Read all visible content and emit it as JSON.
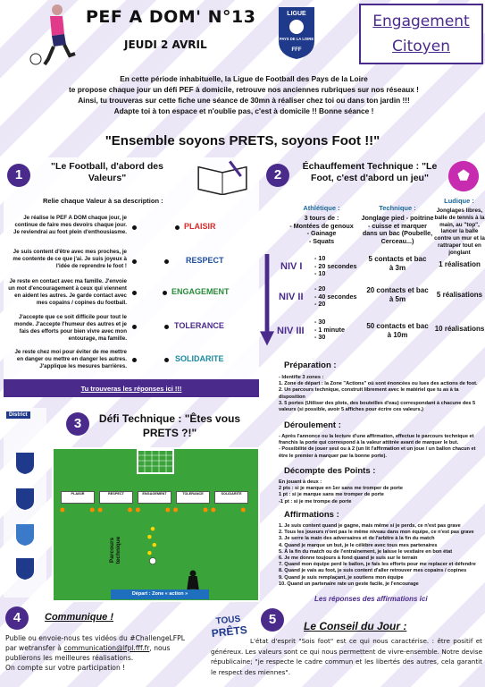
{
  "header": {
    "title": "PEF A DOM' N°13",
    "date": "JEUDI 2 AVRIL",
    "engagement": [
      "Engagement",
      "Citoyen"
    ],
    "logo": {
      "top": "LIGUE",
      "bottom": "PAYS DE LA LOIRE",
      "fff": "FFF"
    }
  },
  "intro": [
    "En cette période inhabituelle, la Ligue de Football des Pays de la Loire",
    "te propose chaque jour un défi PEF à domicile, retrouve nos anciennes rubriques sur nos réseaux !",
    "Ainsi, tu trouveras sur cette fiche une séance de 30mn à réaliser chez toi ou dans ton jardin !!!",
    "Adapte toi à ton espace et n'oublie pas, c'est à domicile !! Bonne séance !"
  ],
  "slogan": "\"Ensemble soyons PRETS, soyons Foot !!\"",
  "s1": {
    "num": "1",
    "title": "\"Le Football, d'abord des Valeurs\"",
    "instruction": "Relie chaque Valeur à sa description :",
    "descriptions": [
      "Je réalise le PEF A DOM chaque jour, je continue de faire mes devoirs chaque jour. Je reviendrai au foot plein d'enthousiasme.",
      "Je suis content d'être avec mes proches, je me contente de ce que j'ai. Je suis joyeux à l'idée de reprendre le foot !",
      "Je reste en contact avec ma famille. J'envoie un mot d'encouragement à ceux qui viennent en aident les autres. Je garde contact avec mes copains / copines du football.",
      "J'accepte que ce soit difficile pour tout le monde. J'accepte l'humeur des autres et je fais des efforts pour bien vivre avec mon entourage, ma famille.",
      "Je reste chez moi pour éviter de me mettre en danger ou mettre en danger les autres. J'applique les mesures barrières."
    ],
    "values": [
      "PLAISIR",
      "RESPECT",
      "ENGAGEMENT",
      "TOLERANCE",
      "SOLIDARITE"
    ],
    "answers_link": "Tu trouveras les réponses ici !!!"
  },
  "s2": {
    "num": "2",
    "title": "Échauffement Technique : \"Le Foot, c'est d'abord un jeu\"",
    "columns": [
      {
        "head": "Athlétique :",
        "intro": "3 tours de :\n- Montées de genoux\n- Gainage\n- Squats"
      },
      {
        "head": "Technique :",
        "intro": "Jonglage pied - poitrine - cuisse et marquer dans un bac (Poubelle, Cerceau...)"
      },
      {
        "head": "Ludique :",
        "intro": "Jonglages libres, balle de tennis à la main, au \"top\", lancer la balle contre un mur et la rattraper tout en jonglant"
      }
    ],
    "levels": [
      {
        "name": "NIV I",
        "athl": "- 10\n- 20 secondes\n- 10",
        "tech": "5 contacts et bac à 3m",
        "lud": "1 réalisation"
      },
      {
        "name": "NIV II",
        "athl": "- 20\n- 40 secondes\n- 20",
        "tech": "20 contacts et bac à 5m",
        "lud": "5 réalisations"
      },
      {
        "name": "NIV III",
        "athl": "- 30\n- 1 minute\n- 30",
        "tech": "50 contacts et bac à 10m",
        "lud": "10 réalisations"
      }
    ]
  },
  "prep": {
    "title": "Préparation :",
    "lines": [
      "- Identifie 3 zones :",
      "1. Zone de départ : la Zone \"Actions\" où sont énoncées ou lues des actions de foot.",
      "2. Un parcours technique, construit librement avec le matériel que tu as à ta disposition",
      "3. 5 portes (Utiliser des plots, des bouteilles d'eau) correspondant à chacune des 5 valeurs (si possible, avoir 5 affiches pour écrire ces valeurs.)"
    ]
  },
  "deroul": {
    "title": "Déroulement :",
    "lines": [
      "- Après l'annonce ou la lecture d'une affirmation, effectue le parcours technique et franchis la porte qui correspond à la valeur attitrée avant de marquer le but.",
      "- Possibilité de jouer seul ou à 2 (un lit l'affirmation et un joue / un ballon chacun et être le premier à marquer par la bonne porte)."
    ]
  },
  "decompte": {
    "title": "Décompte des Points :",
    "lines": [
      "En jouant à deux :",
      "2 pts : si je marque en 1er sans me tromper de porte",
      "1 pt : si je marque sans me tromper de porte",
      "-1 pt : si je me trompe de porte"
    ]
  },
  "affirm": {
    "title": "Affirmations :",
    "items": [
      "Je suis content quand je gagne, mais même si je perds, ce n'est pas grave",
      "Tous les joueurs n'ont pas le même niveau dans mon équipe, ce n'est pas grave",
      "Je serre la main des adversaires et de l'arbitre à la fin du match",
      "Quand je marque un but, je le célèbre avec tous mes partenaires",
      "À la fin du match ou de l'entraînement, je laisse le vestiaire en bon état",
      "Je me donne toujours à fond quand je suis sur le terrain",
      "Quand mon équipe perd le ballon, je fais les efforts pour me replacer et défendre",
      "Quand je vais au foot, je suis content d'aller retrouver mes copains / copines",
      "Quand je suis remplaçant, je soutiens mon équipe",
      "Quand un partenaire rate un geste facile, je l'encourage"
    ],
    "link": "Les réponses des affirmations ici"
  },
  "s3": {
    "num": "3",
    "title": "Défi Technique : \"Êtes vous PRETS ?!\"",
    "gates": [
      "PLAISIR",
      "RESPECT",
      "ENGAGEMENT",
      "TOLERANCE",
      "SOLIDARITE"
    ],
    "parcours": "Parcours technique",
    "depart": "Départ : Zone « action »",
    "district": "District"
  },
  "s4": {
    "num": "4",
    "title": "Communique !",
    "text1": "Publie ou envoie-nous tes vidéos du #ChallengeLFPL",
    "text2a": "par wetransfer à ",
    "email": "communication@lfpl.fff.fr",
    "text2b": ", nous",
    "text3": "publierons les meilleures réalisations.",
    "text4": "On compte sur votre participation !"
  },
  "s5": {
    "num": "5",
    "badge": [
      "TOUS",
      "PRÊTS"
    ],
    "title": "Le Conseil du Jour :",
    "text": "L'état d'esprit \"Sois foot\" est ce qui nous caractérise. : être positif et généreux. Les valeurs sont ce qui nous permettent de vivre-ensemble. Notre devise républicaine; \"je respecte le cadre commun et les libertés des autres, cela garantit le respect des miennes\"."
  },
  "colors": {
    "purple": "#4a2b8c",
    "red": "#d62b2b",
    "blue": "#1f4fa0",
    "green": "#2a8a3a",
    "teal": "#1a8aa0"
  }
}
